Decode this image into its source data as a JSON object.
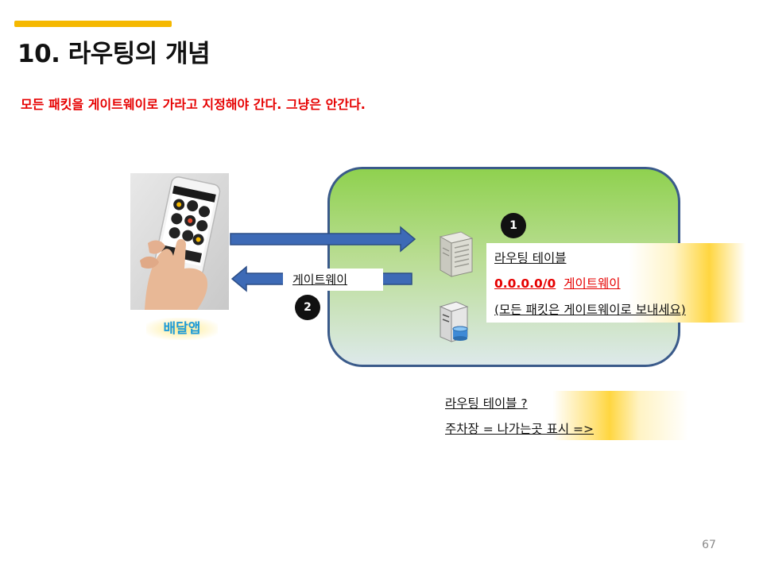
{
  "slide": {
    "title": "10. 라우팅의 개념",
    "subtitle": "모든 패킷을 게이트웨이로 가라고 지정해야 간다. 그냥은 안간다.",
    "page_number": "67",
    "accent_color": "#f5b800"
  },
  "phone": {
    "caption": "배달앱"
  },
  "network": {
    "gateway_label": "게이트웨이",
    "step1_badge": "1",
    "step2_badge": "2",
    "routing_table": {
      "heading": "라우팅 테이블",
      "route": "0.0.0.0/0",
      "route_target": "게이트웨이",
      "note": "(모든 패킷은 게이트웨이로 보내세요)"
    }
  },
  "explanation": {
    "question": "라우팅 테이블 ?",
    "answer": "주차장 = 나가는곳 표시 =>"
  },
  "icons": [
    "smartphone-photo",
    "server-tower-icon",
    "database-server-icon",
    "arrow-right-icon",
    "arrow-left-icon"
  ]
}
